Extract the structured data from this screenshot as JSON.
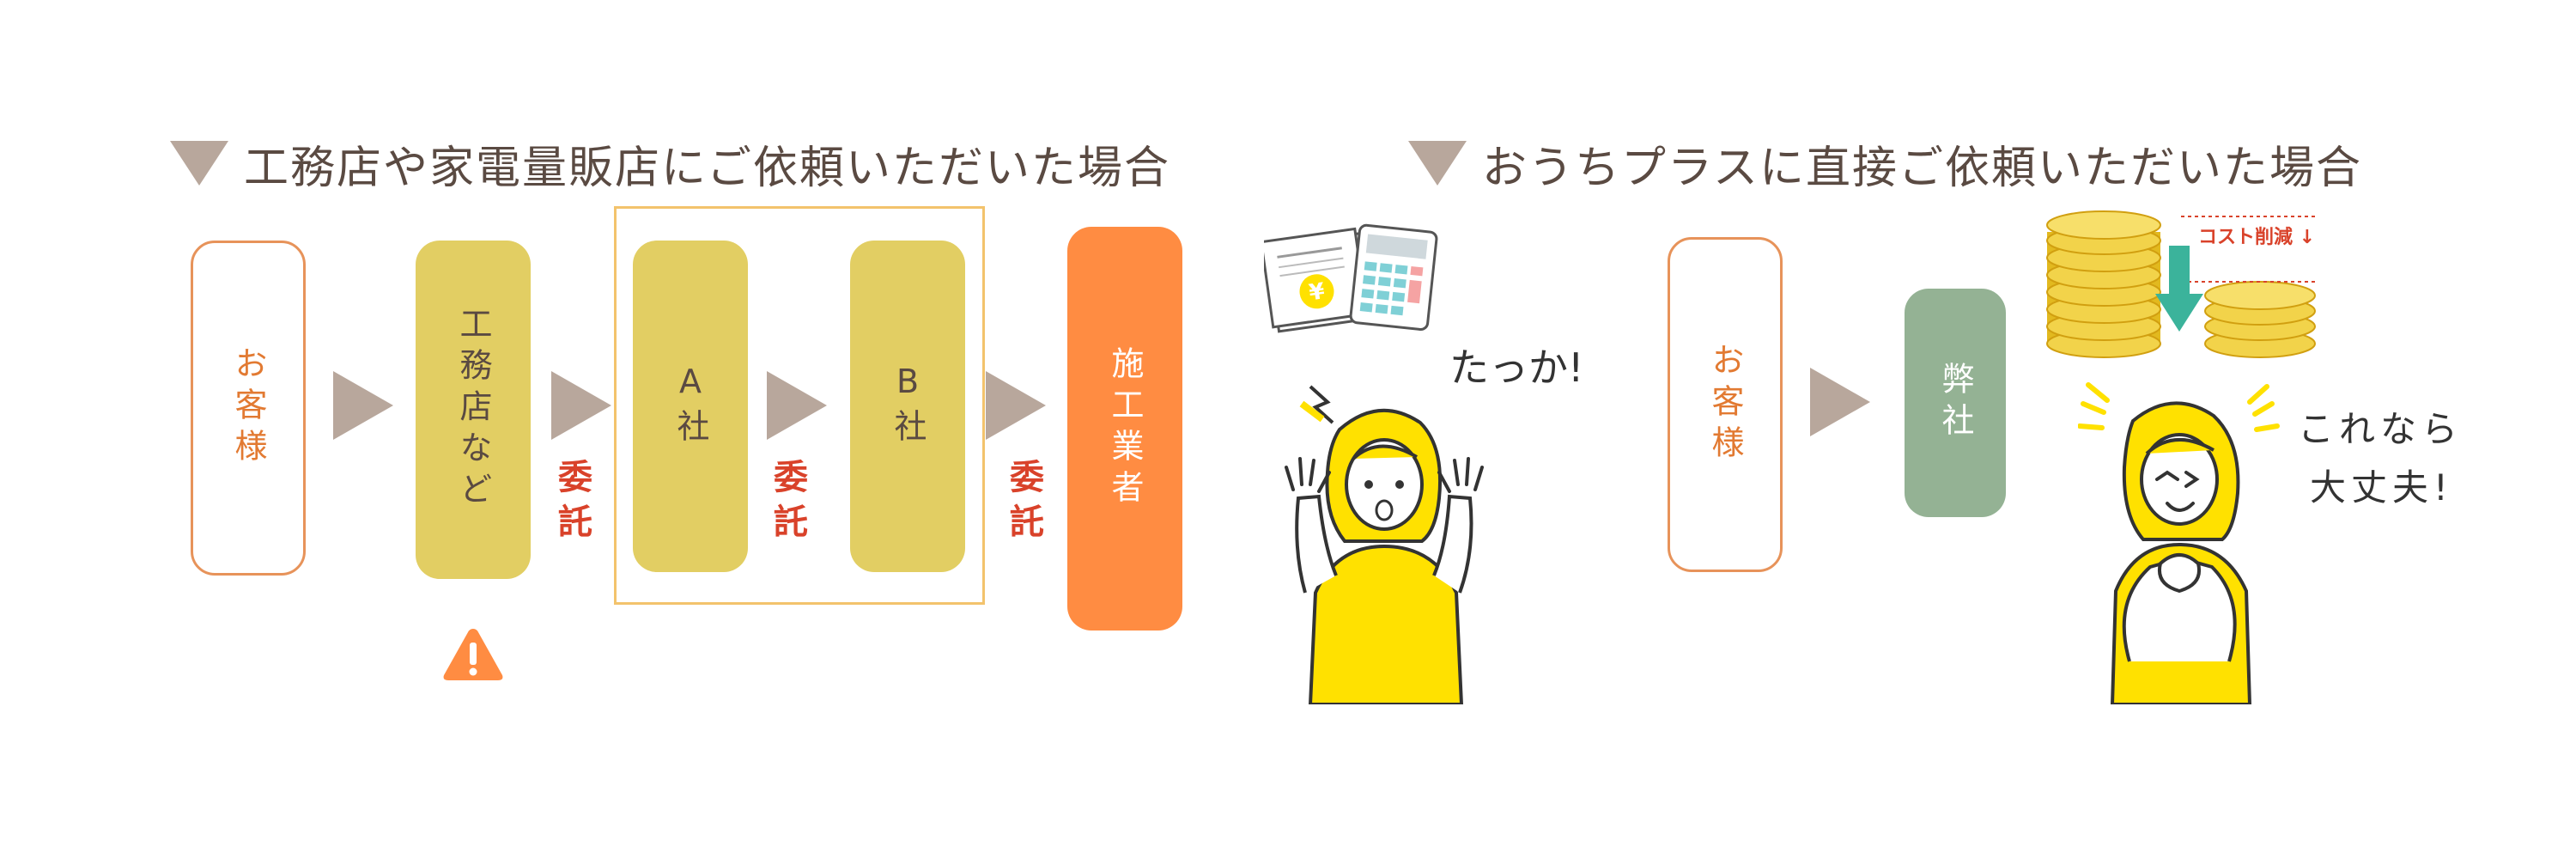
{
  "left_section": {
    "heading": "工務店や家電量販店にご依頼いただいた場合",
    "customer_label": "お客様",
    "contractor_label": "工務店など",
    "company_a_label": "A社",
    "company_b_label": "B社",
    "builder_label": "施工業者",
    "delegate_label": "委託",
    "exclaim_text": "たっか!"
  },
  "right_section": {
    "heading": "おうちプラスに直接ご依頼いただいた場合",
    "customer_label": "お客様",
    "our_company_label": "弊社",
    "cost_label": "コスト削減",
    "relief_line1": "これなら",
    "relief_line2": "大丈夫!"
  },
  "colors": {
    "heading_triangle": "#b8a79c",
    "customer_border": "#e7935a",
    "mustard": "#e2ce63",
    "orange": "#ff8c42",
    "green": "#94b294",
    "delegate_red": "#d9422a",
    "group_frame": "#f3c36c",
    "character_yellow": "#ffe100"
  },
  "icons": [
    "warning-icon",
    "invoice-icon",
    "calculator-icon",
    "coin-stack-icon",
    "down-arrow-icon"
  ]
}
